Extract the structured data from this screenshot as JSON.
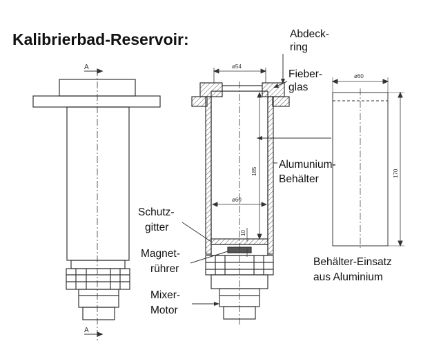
{
  "title": "Kalibrierbad-Reservoir:",
  "labels": {
    "cover_ring_1": "Abdeck-",
    "cover_ring_2": "ring",
    "fiberglass_1": "Fieber-",
    "fiberglass_2": "glas",
    "aluminium_container_1": "Alumunium-",
    "aluminium_container_2": "Behälter",
    "guard_grid_1": "Schutz-",
    "guard_grid_2": "gitter",
    "magnetic_stirrer_1": "Magnet-",
    "magnetic_stirrer_2": "rührer",
    "mixer_motor_1": "Mixer-",
    "mixer_motor_2": "Motor",
    "insert_1": "Behälter-Einsatz",
    "insert_2": "aus Aluminium"
  },
  "dimensions": {
    "diameter_top": "ø54",
    "diameter_inner": "ø60",
    "height_container": "185",
    "height_bottom": "10",
    "insert_diameter": "ø60",
    "insert_height": "170"
  },
  "section_marks": {
    "top": "A",
    "bottom": "A"
  },
  "colors": {
    "line": "#333333",
    "hatch": "#555555",
    "text": "#111111"
  }
}
